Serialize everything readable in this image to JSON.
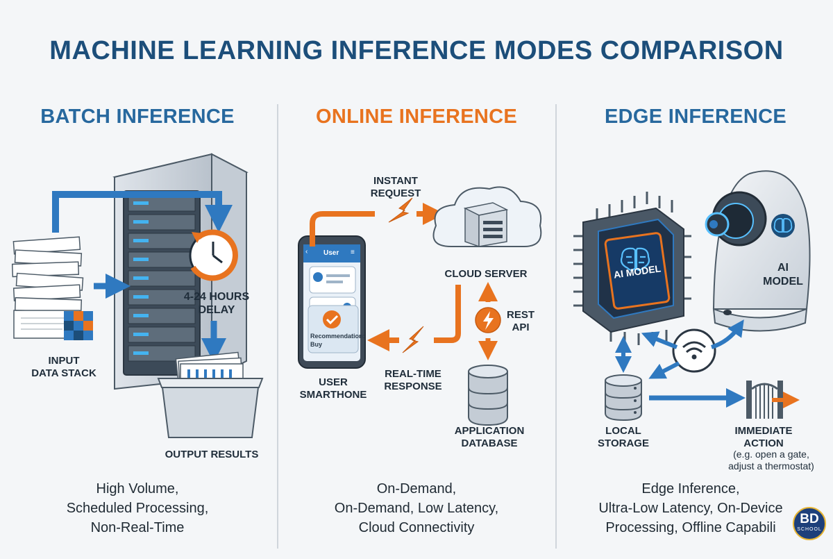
{
  "title": "MACHINE LEARNING INFERENCE MODES COMPARISON",
  "colors": {
    "title": "#1c4e7a",
    "batch": "#27689e",
    "online": "#e8731f",
    "edge": "#27689e",
    "arrow_blue": "#2f79c0",
    "arrow_orange": "#e8731f"
  },
  "columns": {
    "batch": {
      "heading": "BATCH INFERENCE",
      "labels": {
        "input": [
          "INPUT",
          "DATA STACK"
        ],
        "delay": [
          "4-24 HOURS",
          "DELAY"
        ],
        "output": "OUTPUT RESULTS"
      },
      "caption": [
        "High Volume,",
        "Scheduled Processing,",
        "Non-Real-Time"
      ],
      "icons": [
        "document-stack-icon",
        "server-rack-icon",
        "clock-icon",
        "results-bin-icon"
      ]
    },
    "online": {
      "heading": "ONLINE INFERENCE",
      "labels": {
        "request": [
          "INSTANT",
          "REQUEST"
        ],
        "cloud": "CLOUD SERVER",
        "api": [
          "REST",
          "API"
        ],
        "response": [
          "REAL-TIME",
          "RESPONSE"
        ],
        "phone": [
          "USER",
          "SMARTHONE"
        ],
        "database": [
          "APPLICATION",
          "DATABASE"
        ]
      },
      "phone_ui": {
        "user": "User",
        "recommendation": "Recommendation:",
        "value": "Buy"
      },
      "caption": [
        "On-Demand,",
        "On-Demand, Low Latency,",
        "Cloud Connectivity"
      ],
      "icons": [
        "smartphone-icon",
        "cloud-server-icon",
        "lightning-icon",
        "database-icon"
      ]
    },
    "edge": {
      "heading": "EDGE INFERENCE",
      "labels": {
        "chip": "AI MODEL",
        "camera": [
          "AI",
          "MODEL"
        ],
        "storage": [
          "LOCAL",
          "STORAGE"
        ],
        "action": [
          "IMMEDIATE",
          "ACTION"
        ],
        "action_note": [
          "(e.g. open a gate,",
          "adjust a thermostat)"
        ]
      },
      "caption": [
        "Edge Inference,",
        "Ultra-Low Latency, On-Device",
        "Processing, Offline Capabili"
      ],
      "icons": [
        "ai-chip-icon",
        "security-camera-icon",
        "wifi-icon",
        "storage-icon",
        "gate-icon"
      ]
    }
  },
  "badge": {
    "line1": "BD",
    "line2": "SCHOOL"
  }
}
